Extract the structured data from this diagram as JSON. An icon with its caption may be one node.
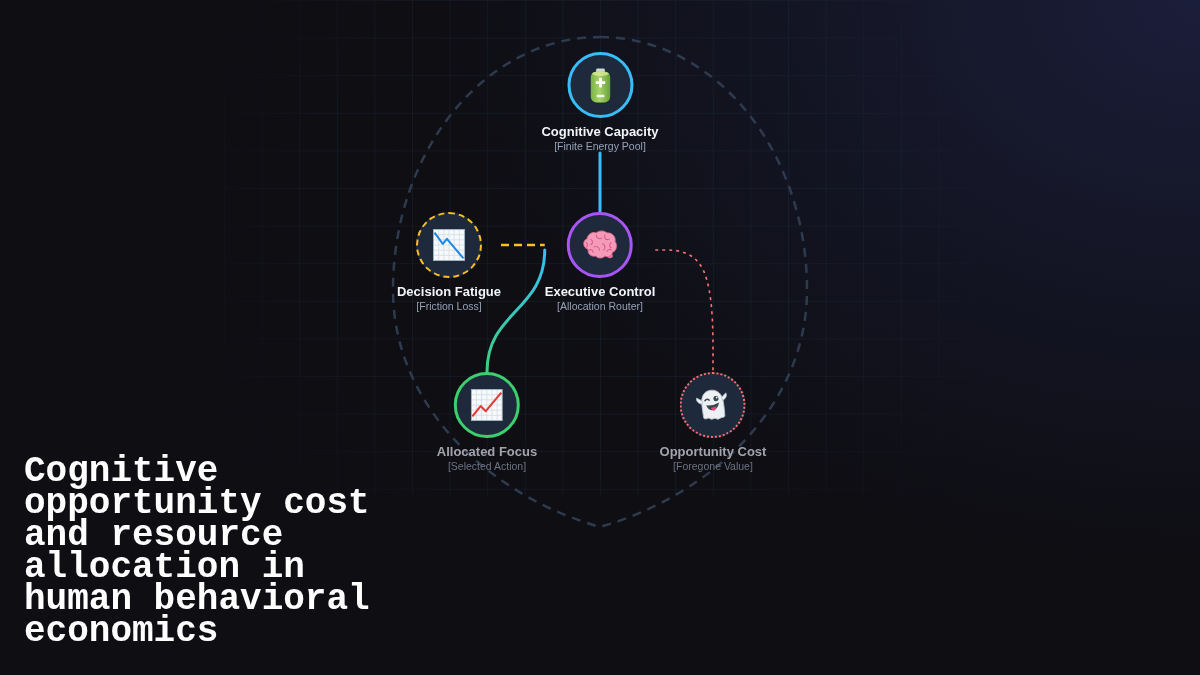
{
  "diagram": {
    "title": "Cognitive opportunity cost and resource allocation in human behavioral economics",
    "nodes": [
      {
        "text": [
          "Cognitive Capacity",
          "[Finite Energy Pool]"
        ]
      },
      {
        "text": [
          "Decision Fatigue",
          "[Friction Loss]"
        ]
      },
      {
        "text": [
          "Executive Control",
          "[Allocation Router]"
        ]
      },
      {
        "text": [
          "Allocated Focus",
          "[Selected Action]"
        ]
      },
      {
        "text": [
          "Opportunity Cost",
          "[Foregone Value]"
        ]
      }
    ],
    "edges": [
      {
        "from": 0,
        "to": 2,
        "arrow": "none",
        "color": "#38bdf8"
      },
      {
        "from": 1,
        "to": 2,
        "arrow": "none",
        "style": "dashed",
        "color": "#fbbf24"
      },
      {
        "from": 2,
        "to": 3,
        "arrow": "none",
        "color": "#3ccf7e"
      },
      {
        "from": 2,
        "to": 4,
        "arrow": "none",
        "style": "dashed",
        "color": "#f87171"
      }
    ]
  }
}
